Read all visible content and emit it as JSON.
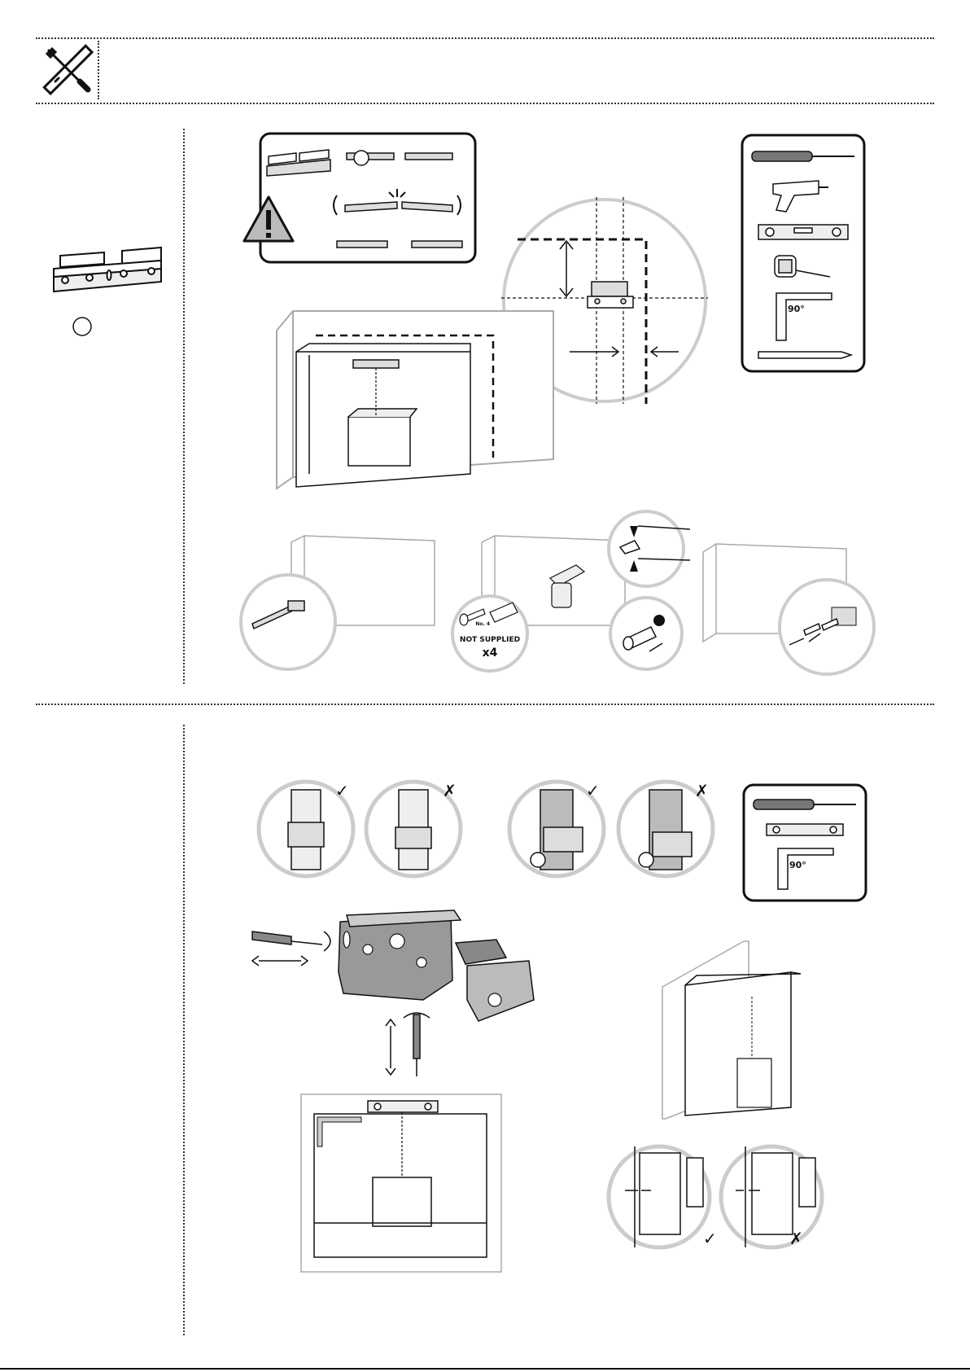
{
  "drill_callout": {
    "note": "NOT SUPPLIED",
    "quantity": "x4",
    "screw_code": "No. 4"
  },
  "square_angle": "90°",
  "checks": {
    "correct": "✓",
    "wrong": "✗"
  }
}
